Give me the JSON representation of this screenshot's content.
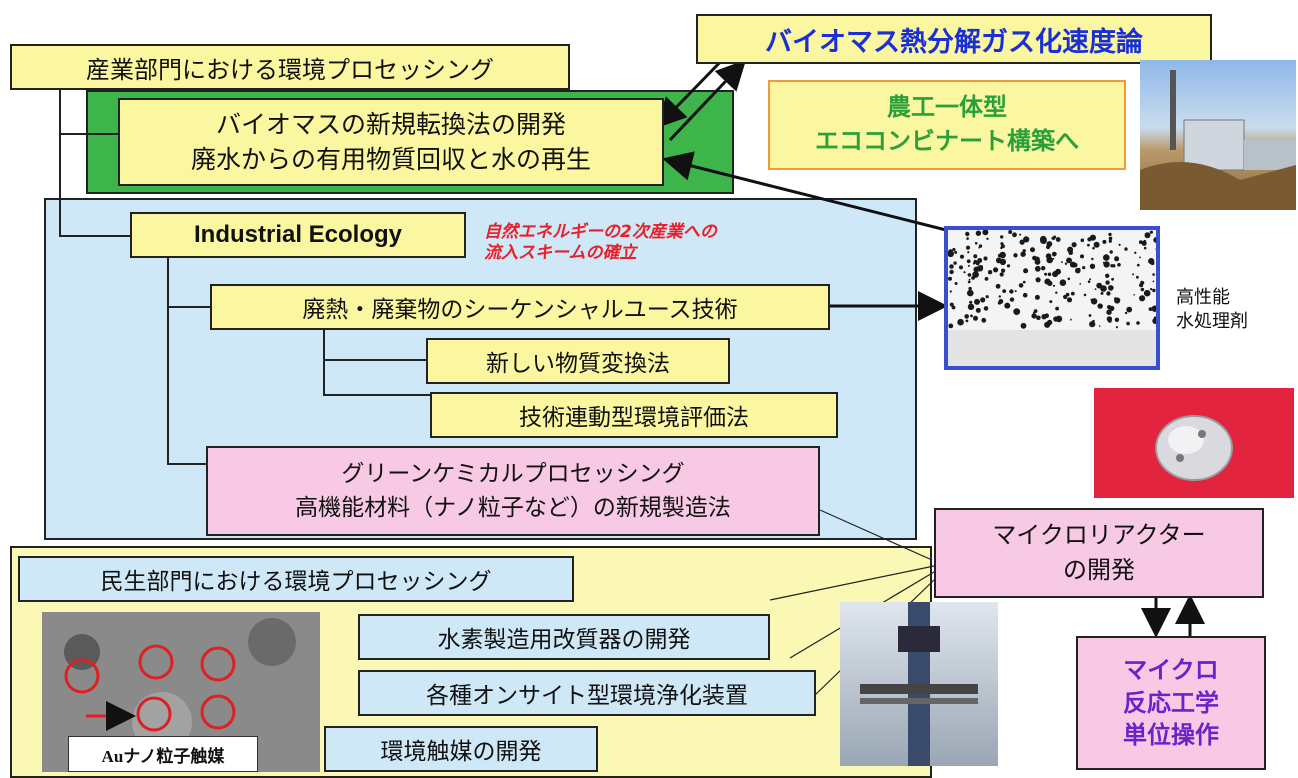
{
  "title_top": "バイオマス熱分解ガス化速度論",
  "industrial_sector": "産業部門における環境プロセッシング",
  "biomass": {
    "line1": "バイオマスの新規転換法の開発",
    "line2": "廃水からの有用物質回収と水の再生"
  },
  "agri_industry": {
    "line1": "農工一体型",
    "line2": "エココンビナート構築へ"
  },
  "industrial_ecology": "Industrial Ecology",
  "red_note": {
    "line1": "自然エネルギーの2次産業への",
    "line2": "流入スキームの確立"
  },
  "sequential_use": "廃熱・廃棄物のシーケンシャルユース技術",
  "new_conversion": "新しい物質変換法",
  "tech_assessment": "技術連動型環境評価法",
  "green_chem": {
    "line1": "グリーンケミカルプロセッシング",
    "line2": "高機能材料（ナノ粒子など）の新規製造法"
  },
  "water_agent": {
    "line1": "高性能",
    "line2": "水処理剤"
  },
  "micro_reactor": {
    "line1": "マイクロリアクター",
    "line2": "の開発"
  },
  "micro_eng": {
    "line1": "マイクロ",
    "line2": "反応工学",
    "line3": "単位操作"
  },
  "civil_sector": "民生部門における環境プロセッシング",
  "hydrogen": "水素製造用改質器の開発",
  "onsite": "各種オンサイト型環境浄化装置",
  "catalyst_dev": "環境触媒の開発",
  "au_label": "Auナノ粒子触媒",
  "colors": {
    "yellow": "#fbf6a0",
    "pink": "#f7c9e4",
    "blue": "#cfe8f7",
    "green": "#3db54a",
    "dark_blue_text": "#1a2fd6",
    "red_text": "#e8202a",
    "green_text": "#2aa03a",
    "magenta_text": "#6a22c9"
  }
}
